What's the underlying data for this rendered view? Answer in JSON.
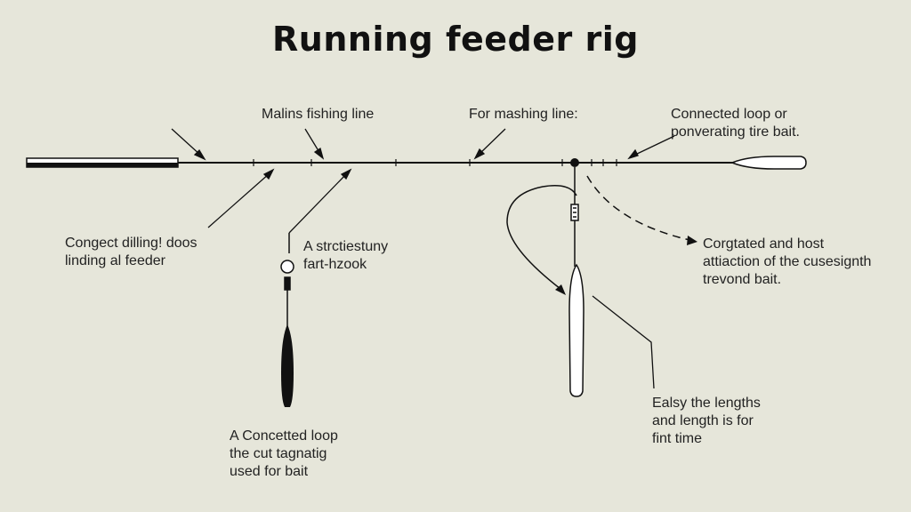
{
  "title": "Running feeder rig",
  "labels": {
    "main_line": "Malins fishing line",
    "mashing_line": "For mashing line:",
    "connected_loop_top": [
      "Connected loop or",
      "ponverating tire bait."
    ],
    "connect_feeder": [
      "Congect dilling! doos",
      "linding al feeder"
    ],
    "hook": [
      "A strctiestuny",
      "fart-hzook"
    ],
    "corrugated": [
      "Corgtated and host",
      "attiaction of the cusesignth",
      "trevond bait."
    ],
    "concetted_loop": [
      "A Concetted loop",
      "the cut tagnatig",
      "used for bait"
    ],
    "lengths": [
      "Ealsy the lengths",
      "and length is for",
      "fint time"
    ]
  },
  "colors": {
    "background": "#e6e6da",
    "ink": "#111111",
    "float_fill": "#ffffff"
  }
}
